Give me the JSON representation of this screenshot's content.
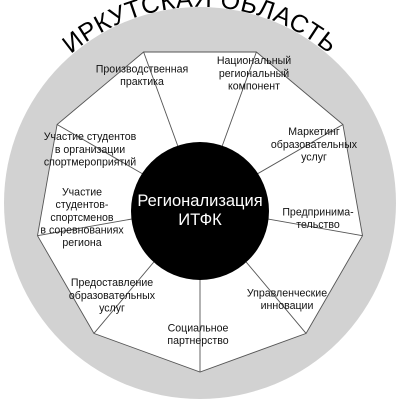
{
  "diagram": {
    "arc_title": "ИРКУТСКАЯ ОБЛАСТЬ",
    "center": {
      "lines": [
        "Регионализация",
        "ИТФК"
      ]
    },
    "segments": [
      {
        "lines": [
          "Национальный",
          "региональный",
          "компонент"
        ]
      },
      {
        "lines": [
          "Маркетинг",
          "образовательных",
          "услуг"
        ]
      },
      {
        "lines": [
          "Предпринима-",
          "тельство"
        ]
      },
      {
        "lines": [
          "Управленческие",
          "инновации"
        ]
      },
      {
        "lines": [
          "Социальное",
          "партнерство"
        ]
      },
      {
        "lines": [
          "Предоставление",
          "образовательных",
          "услуг"
        ]
      },
      {
        "lines": [
          "Участие",
          "студентов-",
          "спортсменов",
          "в соревнованиях",
          "региона"
        ]
      },
      {
        "lines": [
          "Участие студентов",
          "в организации",
          "спортмероприятий"
        ]
      },
      {
        "lines": [
          "Производственная",
          "практика"
        ]
      }
    ],
    "colors": {
      "outer_ring": "#d2d2d2",
      "segment_fill": "#ffffff",
      "lines": "#555555",
      "center_fill": "#000000",
      "center_text": "#ffffff"
    }
  }
}
